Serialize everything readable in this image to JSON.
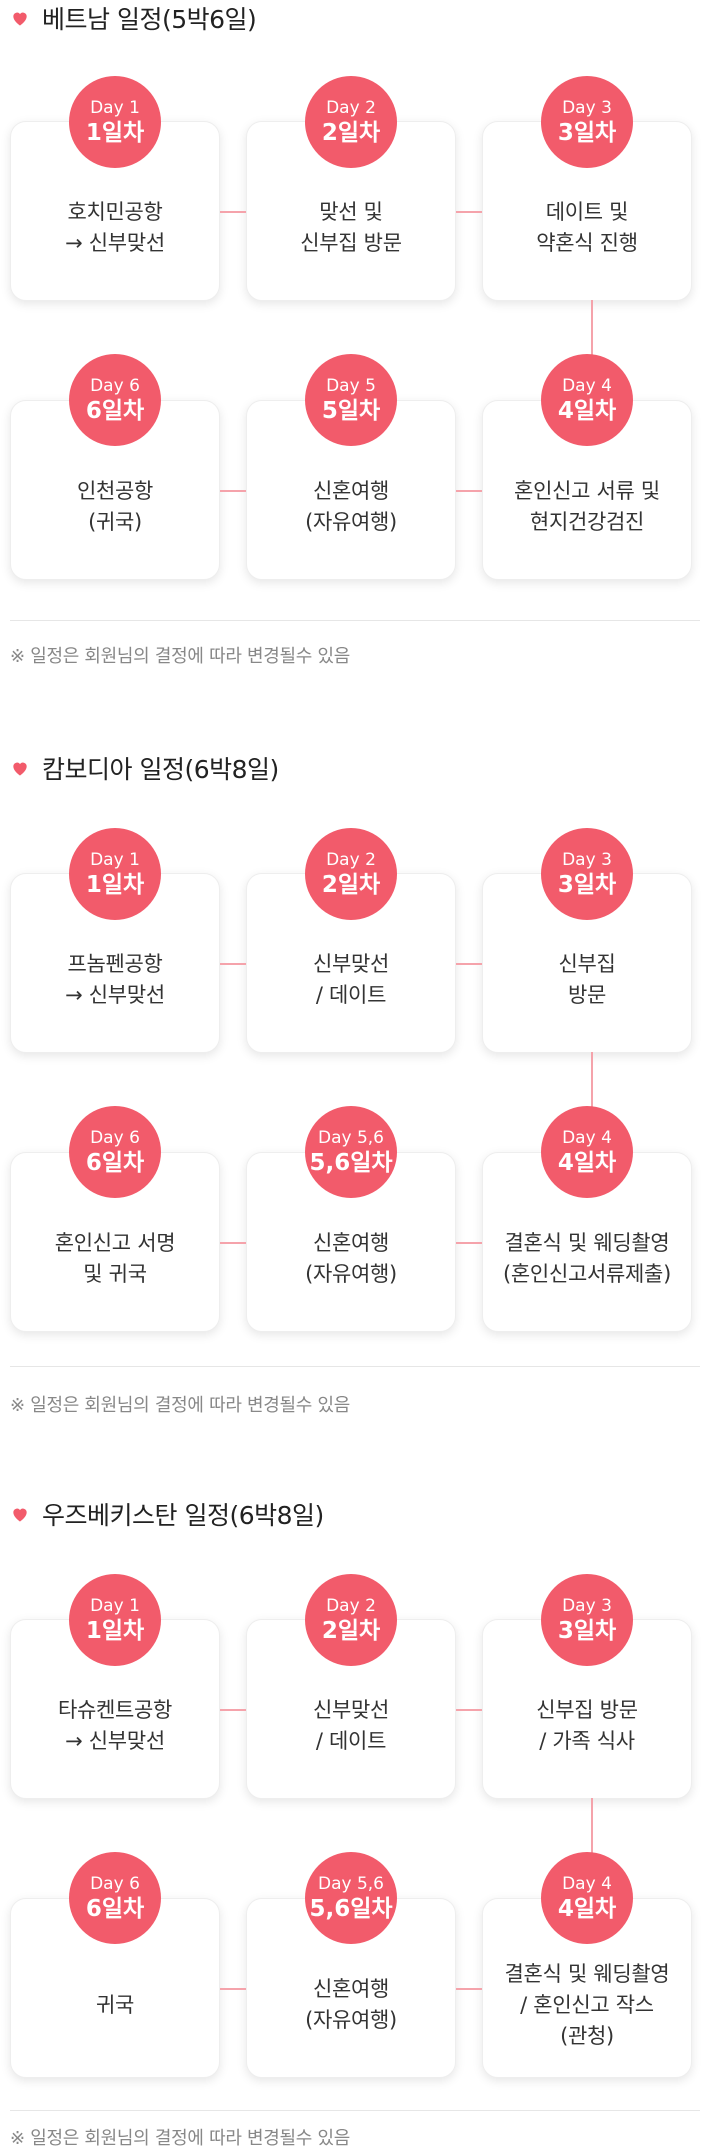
{
  "colors": {
    "accent": "#f25b6b",
    "connector": "#f5a3ab",
    "note": "#888888"
  },
  "icons": {
    "section_marker": "heart-icon"
  },
  "sections": [
    {
      "title": "베트남 일정(5박6일)",
      "note": "※ 일정은 회원님의 결정에 따라 변경될수 있음",
      "days": [
        {
          "day": "Day 1",
          "ilcha": "1일차",
          "text": "호치민공항\n→ 신부맞선"
        },
        {
          "day": "Day 2",
          "ilcha": "2일차",
          "text": "맞선 및\n신부집 방문"
        },
        {
          "day": "Day 3",
          "ilcha": "3일차",
          "text": "데이트 및\n약혼식 진행"
        },
        {
          "day": "Day 4",
          "ilcha": "4일차",
          "text": "혼인신고 서류 및\n현지건강검진"
        },
        {
          "day": "Day 5",
          "ilcha": "5일차",
          "text": "신혼여행\n(자유여행)"
        },
        {
          "day": "Day 6",
          "ilcha": "6일차",
          "text": "인천공항\n(귀국)"
        }
      ]
    },
    {
      "title": "캄보디아 일정(6박8일)",
      "note": "※ 일정은 회원님의 결정에 따라 변경될수 있음",
      "days": [
        {
          "day": "Day 1",
          "ilcha": "1일차",
          "text": "프놈펜공항\n→ 신부맞선"
        },
        {
          "day": "Day 2",
          "ilcha": "2일차",
          "text": "신부맞선\n/ 데이트"
        },
        {
          "day": "Day 3",
          "ilcha": "3일차",
          "text": "신부집\n방문"
        },
        {
          "day": "Day 4",
          "ilcha": "4일차",
          "text": "결혼식 및 웨딩촬영\n(혼인신고서류제출)"
        },
        {
          "day": "Day 5,6",
          "ilcha": "5,6일차",
          "text": "신혼여행\n(자유여행)"
        },
        {
          "day": "Day 6",
          "ilcha": "6일차",
          "text": "혼인신고 서명\n및 귀국"
        }
      ]
    },
    {
      "title": "우즈베키스탄 일정(6박8일)",
      "note": "※ 일정은 회원님의 결정에 따라 변경될수 있음",
      "days": [
        {
          "day": "Day 1",
          "ilcha": "1일차",
          "text": "타슈켄트공항\n→ 신부맞선"
        },
        {
          "day": "Day 2",
          "ilcha": "2일차",
          "text": "신부맞선\n/ 데이트"
        },
        {
          "day": "Day 3",
          "ilcha": "3일차",
          "text": "신부집 방문\n/ 가족 식사"
        },
        {
          "day": "Day 4",
          "ilcha": "4일차",
          "text": "결혼식 및 웨딩촬영\n/ 혼인신고 작스\n(관청)"
        },
        {
          "day": "Day 5,6",
          "ilcha": "5,6일차",
          "text": "신혼여행\n(자유여행)"
        },
        {
          "day": "Day 6",
          "ilcha": "6일차",
          "text": "귀국"
        }
      ]
    }
  ]
}
